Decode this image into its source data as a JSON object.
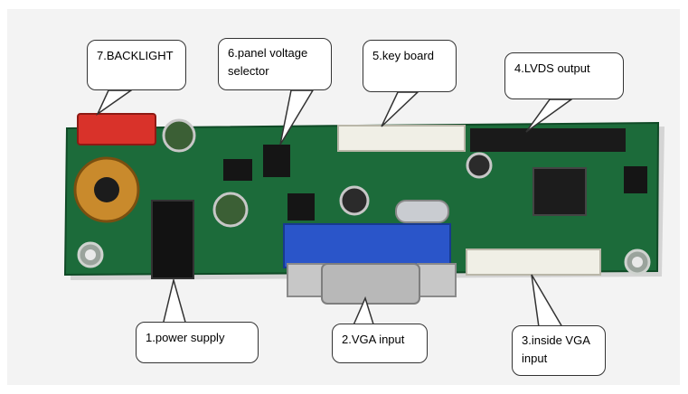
{
  "labels": {
    "backlight": "7.BACKLIGHT",
    "panel_voltage": "6.panel voltage selector",
    "keyboard": "5.key board",
    "lvds": "4.LVDS output",
    "power": "1.power supply",
    "vga": "2.VGA input",
    "inside_vga": "3.inside VGA input"
  },
  "colors": {
    "pcb": "#1c6b3a",
    "pcb_dark": "#0f4a26",
    "vga_connector": "#2a55c9",
    "backlight_connector": "#d9322a",
    "header_pins": "#1a1a1a"
  }
}
